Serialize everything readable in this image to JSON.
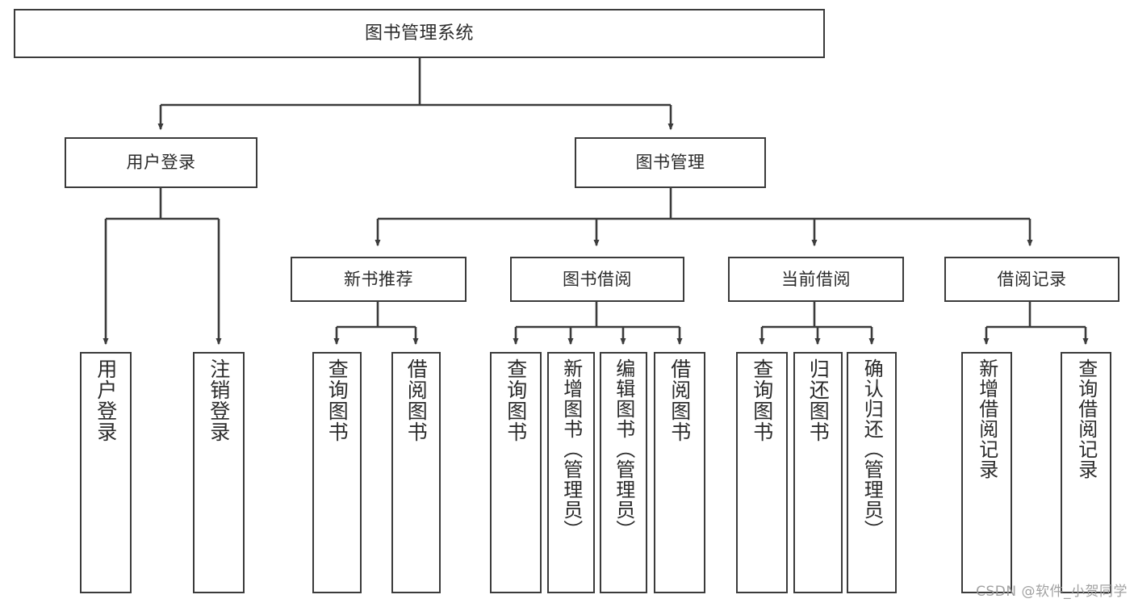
{
  "diagram": {
    "title": "图书管理系统",
    "type": "hierarchy-tree",
    "theme": {
      "background": "#ffffff",
      "box_border": "#3b3b3b",
      "box_fill": "#ffffff",
      "text": "#2b2b2b",
      "connector": "#3b3b3b",
      "watermark": "#9a9a9a"
    },
    "root": {
      "id": "root",
      "label": "图书管理系统"
    },
    "level1": [
      {
        "id": "user-login",
        "label": "用户登录"
      },
      {
        "id": "book-management",
        "label": "图书管理"
      }
    ],
    "level2": [
      {
        "id": "new-book-recommend",
        "label": "新书推荐",
        "parent": "book-management"
      },
      {
        "id": "book-borrow",
        "label": "图书借阅",
        "parent": "book-management"
      },
      {
        "id": "current-borrow",
        "label": "当前借阅",
        "parent": "book-management"
      },
      {
        "id": "borrow-record",
        "label": "借阅记录",
        "parent": "book-management"
      }
    ],
    "leaves": {
      "user_login": [
        {
          "id": "leaf-user-login",
          "label": "用户登录"
        },
        {
          "id": "leaf-logout-login",
          "label": "注销登录"
        }
      ],
      "new_book_recommend": [
        {
          "id": "leaf-query-book-1",
          "label": "查询图书"
        },
        {
          "id": "leaf-borrow-book-1",
          "label": "借阅图书"
        }
      ],
      "book_borrow": [
        {
          "id": "leaf-query-book-2",
          "label": "查询图书"
        },
        {
          "id": "leaf-add-book",
          "label": "新增图书（管理员）"
        },
        {
          "id": "leaf-edit-book",
          "label": "编辑图书（管理员）"
        },
        {
          "id": "leaf-borrow-book-2",
          "label": "借阅图书"
        }
      ],
      "current_borrow": [
        {
          "id": "leaf-query-book-3",
          "label": "查询图书"
        },
        {
          "id": "leaf-return-book",
          "label": "归还图书"
        },
        {
          "id": "leaf-confirm-return",
          "label": "确认归还（管理员）"
        }
      ],
      "borrow_record": [
        {
          "id": "leaf-add-record",
          "label": "新增借阅记录"
        },
        {
          "id": "leaf-query-record",
          "label": "查询借阅记录"
        }
      ]
    }
  },
  "watermark": {
    "text": "CSDN @软件_小贺同学"
  }
}
